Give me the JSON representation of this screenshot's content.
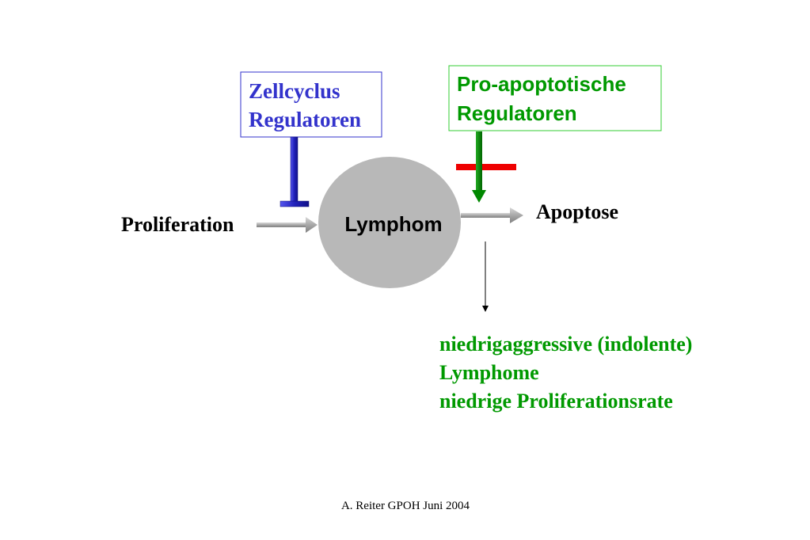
{
  "nodes": {
    "zellcyclus": {
      "line1": "Zellcyclus",
      "line2": "Regulatoren"
    },
    "pro_apoptotisch": {
      "line1": "Pro-apoptotische",
      "line2": "Regulatoren"
    },
    "lymphom": "Lymphom",
    "proliferation": "Proliferation",
    "apoptose": "Apoptose"
  },
  "outcome": {
    "line1": "niedrigaggressive (indolente)",
    "line2": "Lymphome",
    "line3": "niedrige Proliferationsrate"
  },
  "footer": "A. Reiter GPOH Juni 2004",
  "colors": {
    "blue": "#3333cc",
    "green": "#009900",
    "red": "#ee0000",
    "gray_circle": "#b8b8b8",
    "arrow_gray": "#a0a0a0"
  }
}
